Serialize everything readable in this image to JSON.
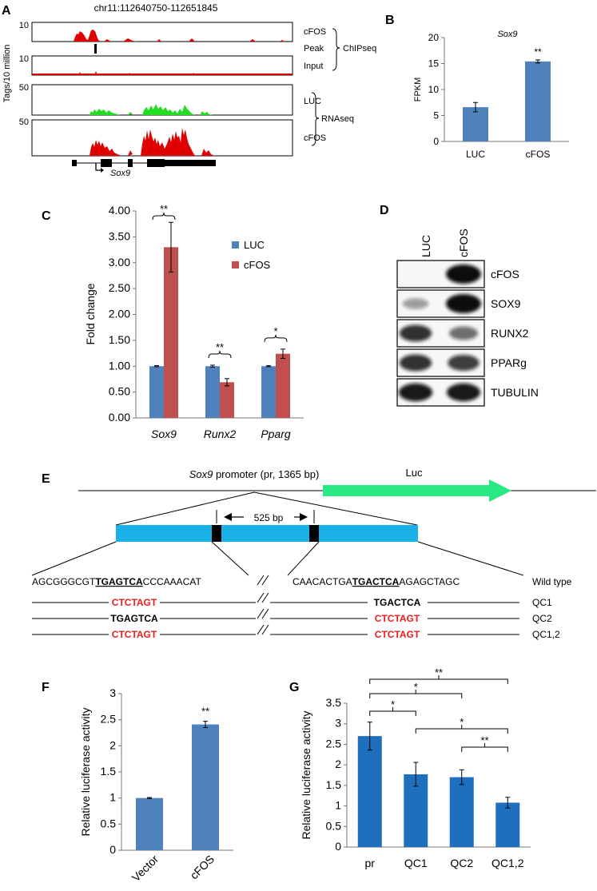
{
  "panels": {
    "A": {
      "letter": "A",
      "coords": "chr11:112640750-112651845",
      "y_axis_label": "Tags/10 million",
      "tracks": [
        {
          "name": "cFOS",
          "scale": "10",
          "color": "#e00000"
        },
        {
          "name": "Input",
          "scale": "10",
          "color": "#e00000"
        },
        {
          "name": "LUC",
          "scale": "50",
          "color": "#22dd22"
        },
        {
          "name": "cFOS",
          "scale": "50",
          "color": "#e00000"
        }
      ],
      "peak_label": "Peak",
      "group_chip": "ChIPseq",
      "group_rna": "RNAseq",
      "gene": "Sox9"
    },
    "B": {
      "letter": "B"
    },
    "C": {
      "letter": "C",
      "legend": [
        "LUC",
        "cFOS"
      ]
    },
    "D": {
      "letter": "D",
      "lanes": [
        "LUC",
        "cFOS"
      ],
      "bands": [
        "cFOS",
        "SOX9",
        "RUNX2",
        "PPARg",
        "TUBULIN"
      ],
      "intensity": [
        [
          0.0,
          1.0
        ],
        [
          0.35,
          1.0
        ],
        [
          0.8,
          0.55
        ],
        [
          0.8,
          0.75
        ],
        [
          0.9,
          0.9
        ]
      ]
    },
    "E": {
      "letter": "E",
      "promoter_gene": "Sox9",
      "promoter_rest": " promoter (pr, 1365 bp)",
      "luc_label": "Luc",
      "distance": "525 bp",
      "wt_left": [
        "AGCGGGCGT",
        "TGAGTCA",
        "CCCAAACAT"
      ],
      "wt_right": [
        "CAACACTGA",
        "TGACTCA",
        "AGAGCTAGC"
      ],
      "break_mark": "//",
      "wt_label": "Wild type",
      "mutants": [
        {
          "left": "CTCTAGT",
          "left_mut": true,
          "right": "TGACTCA",
          "right_mut": false,
          "label": "QC1"
        },
        {
          "left": "TGAGTCA",
          "left_mut": false,
          "right": "CTCTAGT",
          "right_mut": true,
          "label": "QC2"
        },
        {
          "left": "CTCTAGT",
          "left_mut": true,
          "right": "CTCTAGT",
          "right_mut": true,
          "label": "QC1,2"
        }
      ],
      "mut_color": "#ee1c1c"
    },
    "F": {
      "letter": "F"
    },
    "G": {
      "letter": "G"
    }
  },
  "chart_data": [
    {
      "id": "B",
      "type": "bar",
      "title": "Sox9",
      "ylabel": "FPKM",
      "categories": [
        "LUC",
        "cFOS"
      ],
      "values": [
        6.6,
        15.4
      ],
      "errors": [
        0.9,
        0.3
      ],
      "ylim": [
        0,
        20
      ],
      "yticks": [
        "0",
        "5",
        "10",
        "15",
        "20"
      ],
      "annotations": [
        {
          "index": 1,
          "text": "**"
        }
      ],
      "color": "#4f81bd"
    },
    {
      "id": "C",
      "type": "bar",
      "ylabel": "Fold change",
      "categories": [
        "Sox9",
        "Runx2",
        "Pparg"
      ],
      "series": [
        {
          "name": "LUC",
          "values": [
            1.0,
            1.0,
            1.0
          ],
          "errors": [
            0.01,
            0.02,
            0.01
          ],
          "color": "#4f81bd"
        },
        {
          "name": "cFOS",
          "values": [
            3.3,
            0.69,
            1.24
          ],
          "errors": [
            0.48,
            0.07,
            0.09
          ],
          "color": "#c0504d"
        }
      ],
      "ylim": [
        0,
        4
      ],
      "yticks": [
        "0.00",
        "0.50",
        "1.00",
        "1.50",
        "2.00",
        "2.50",
        "3.00",
        "3.50",
        "4.00"
      ],
      "significance": [
        "**",
        "**",
        "*"
      ]
    },
    {
      "id": "F",
      "type": "bar",
      "ylabel": "Relative luciferase activity",
      "categories": [
        "Vector",
        "cFOS"
      ],
      "values": [
        1.0,
        2.41
      ],
      "errors": [
        0.01,
        0.06
      ],
      "ylim": [
        0,
        3
      ],
      "yticks": [
        "0",
        "0.5",
        "1",
        "1.5",
        "2",
        "2.5",
        "3"
      ],
      "annotations": [
        {
          "index": 1,
          "text": "**"
        }
      ],
      "color": "#4f81bd"
    },
    {
      "id": "G",
      "type": "bar",
      "ylabel": "Relative luciferase activity",
      "categories": [
        "pr",
        "QC1",
        "QC2",
        "QC1,2"
      ],
      "values": [
        2.7,
        1.77,
        1.7,
        1.08
      ],
      "errors": [
        0.34,
        0.29,
        0.18,
        0.13
      ],
      "ylim": [
        0,
        3.5
      ],
      "yticks": [
        "0",
        "0.5",
        "1",
        "1.5",
        "2",
        "2.5",
        "3",
        "3.5"
      ],
      "comparisons": [
        {
          "a": 0,
          "b": 3,
          "text": "**"
        },
        {
          "a": 0,
          "b": 2,
          "text": "*"
        },
        {
          "a": 0,
          "b": 1,
          "text": "*"
        },
        {
          "a": 1,
          "b": 3,
          "text": "*"
        },
        {
          "a": 2,
          "b": 3,
          "text": "**"
        }
      ],
      "color": "#1f6fbf"
    }
  ]
}
